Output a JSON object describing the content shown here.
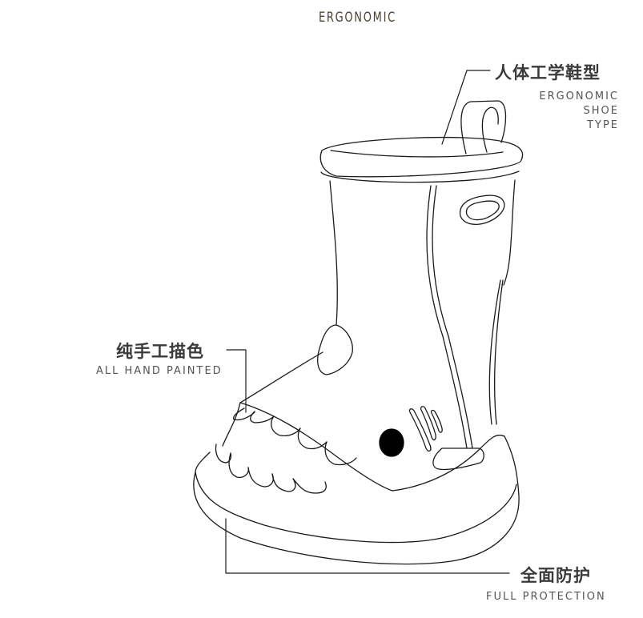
{
  "header": {
    "title": "ERGONOMIC"
  },
  "callouts": {
    "top_right": {
      "cn": "人体工学鞋型",
      "en_lines": [
        "ERGONOMIC",
        "SHOE",
        "TYPE"
      ]
    },
    "left": {
      "cn": "纯手工描色",
      "en": "ALL HAND PAINTED"
    },
    "bottom_right": {
      "cn": "全面防护",
      "en": "FULL PROTECTION"
    }
  },
  "illustration": {
    "subject": "shark-rain-boot-line-drawing",
    "stroke_color": "#1a1a1a",
    "eye_color": "#000000"
  }
}
